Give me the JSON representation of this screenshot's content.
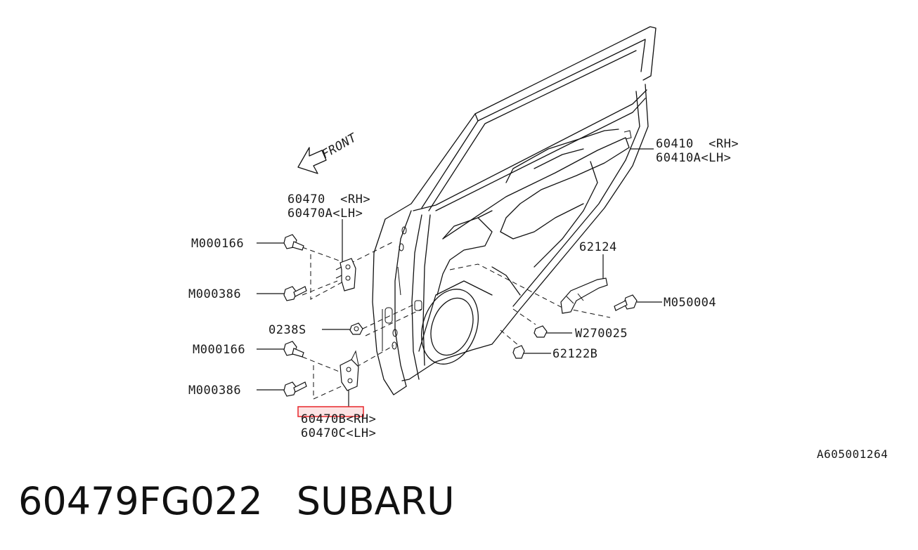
{
  "diagram": {
    "front_label": "FRONT",
    "ref_code": "A605001264",
    "callouts": {
      "door_rh": "60410  <RH>",
      "door_lh": "60410A<LH>",
      "upper_hinge_rh": "60470  <RH>",
      "upper_hinge_lh": "60470A<LH>",
      "lower_hinge_rh": "60470B<RH>",
      "lower_hinge_lh": "60470C<LH>",
      "bolt_upper_1": "M000166",
      "bolt_upper_2": "M000386",
      "nut": "0238S",
      "bolt_lower_1": "M000166",
      "bolt_lower_2": "M000386",
      "checker": "62124",
      "checker_bolt": "M050004",
      "checker_nut": "W270025",
      "checker_clip": "62122B"
    },
    "highlight_color": "#e8262b"
  },
  "footer": {
    "part_number": "60479FG022",
    "brand": "SUBARU"
  }
}
